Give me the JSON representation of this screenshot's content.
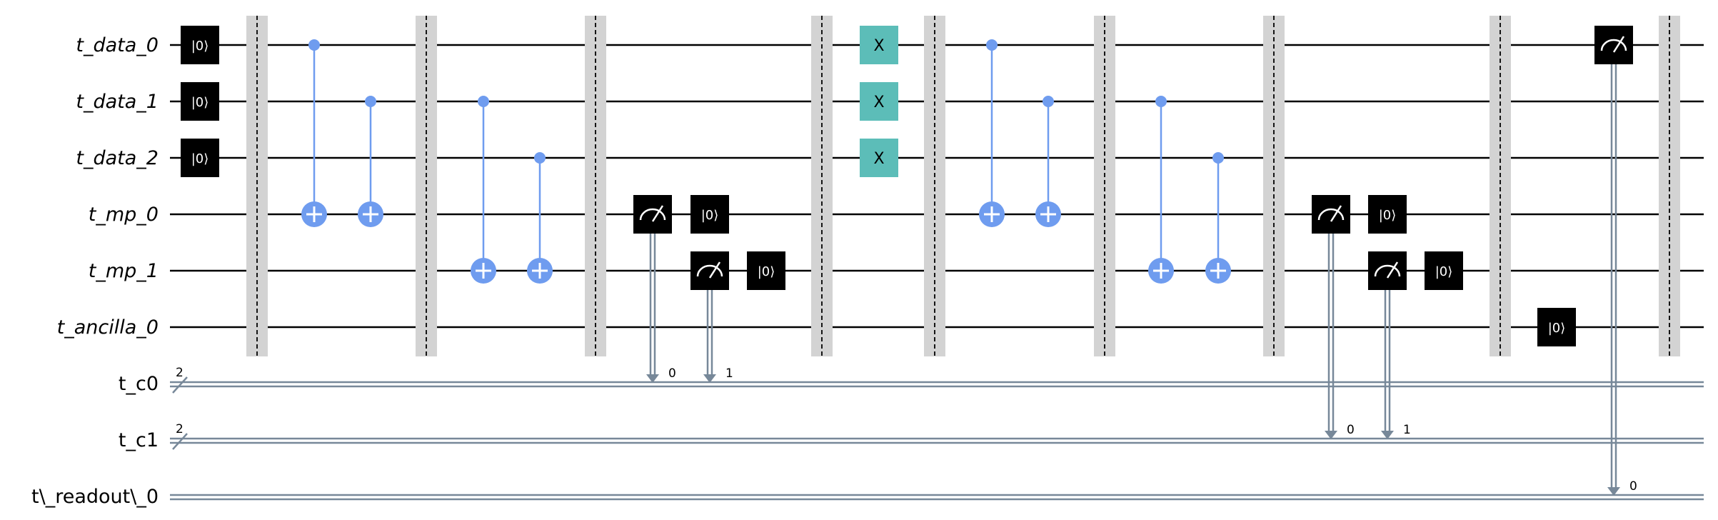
{
  "diagram": {
    "type": "quantum-circuit",
    "quantum_wires": [
      {
        "id": "q0",
        "label": "t_data_0"
      },
      {
        "id": "q1",
        "label": "t_data_1"
      },
      {
        "id": "q2",
        "label": "t_data_2"
      },
      {
        "id": "q3",
        "label": "t_mp_0"
      },
      {
        "id": "q4",
        "label": "t_mp_1"
      },
      {
        "id": "q5",
        "label": "t_ancilla_0"
      }
    ],
    "classical_wires": [
      {
        "id": "c0",
        "label": "t_c0",
        "bits": "2"
      },
      {
        "id": "c1",
        "label": "t_c1",
        "bits": "2"
      },
      {
        "id": "c2",
        "label": "t\\_readout\\_0",
        "bits": ""
      }
    ],
    "reset_label": "|0⟩",
    "x_label": "X",
    "measure_bits": [
      "0",
      "1",
      "0",
      "1",
      "0"
    ],
    "colors": {
      "wire": "#000000",
      "classical_wire": "#778899",
      "cnot": "#6F9CEF",
      "x_gate": "#5CBDB8",
      "dark_gate": "#000000",
      "barrier": "#D3D3D3"
    }
  }
}
